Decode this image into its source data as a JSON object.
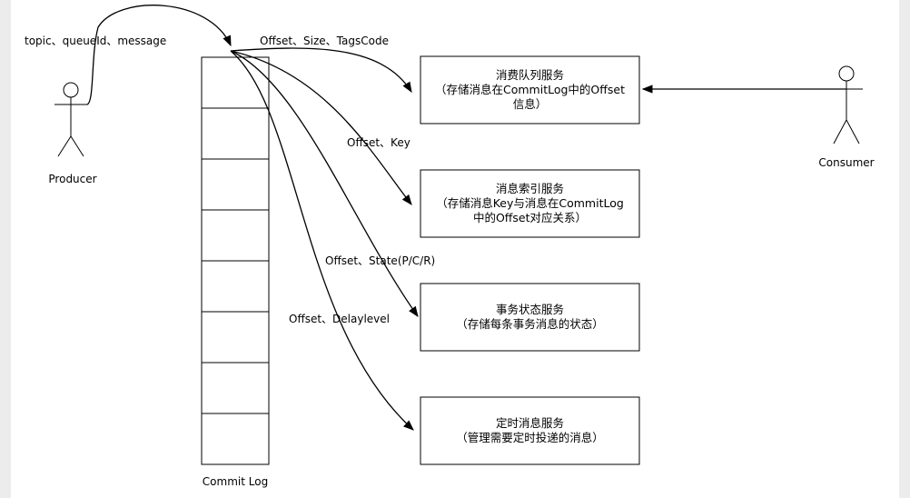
{
  "producer": {
    "label": "Producer"
  },
  "consumer": {
    "label": "Consumer"
  },
  "commit_log": {
    "label": "Commit Log",
    "cell_count": 8
  },
  "edges": {
    "producer_to_log": "topic、queueId、message",
    "to_consume_queue": "Offset、Size、TagsCode",
    "to_index": "Offset、Key",
    "to_transaction": "Offset、State(P/C/R)",
    "to_delay": "Offset、Delaylevel"
  },
  "services": [
    {
      "title": "消费队列服务",
      "lines": [
        "（存储消息在CommitLog中的Offset",
        "信息）"
      ]
    },
    {
      "title": "消息索引服务",
      "lines": [
        "（存储消息Key与消息在CommitLog",
        "中的Offset对应关系）"
      ]
    },
    {
      "title": "事务状态服务",
      "lines": [
        "（存储每条事务消息的状态）"
      ]
    },
    {
      "title": "定时消息服务",
      "lines": [
        "（管理需要定时投递的消息）"
      ]
    }
  ]
}
